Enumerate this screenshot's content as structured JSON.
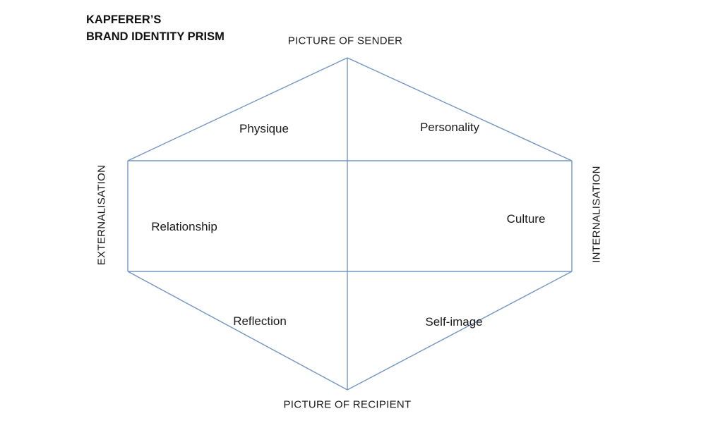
{
  "title": {
    "line1": "KAPFERER’S",
    "line2": "BRAND IDENTITY PRISM"
  },
  "axis_labels": {
    "top": "PICTURE OF SENDER",
    "bottom": "PICTURE OF RECIPIENT",
    "left": "EXTERNALISATION",
    "right": "INTERNALISATION"
  },
  "facets": {
    "physique": "Physique",
    "personality": "Personality",
    "relationship": "Relationship",
    "culture": "Culture",
    "reflection": "Reflection",
    "self_image": "Self-image"
  },
  "colors": {
    "line": "#7396c4",
    "text": "#1a1a1a",
    "background": "#ffffff"
  }
}
